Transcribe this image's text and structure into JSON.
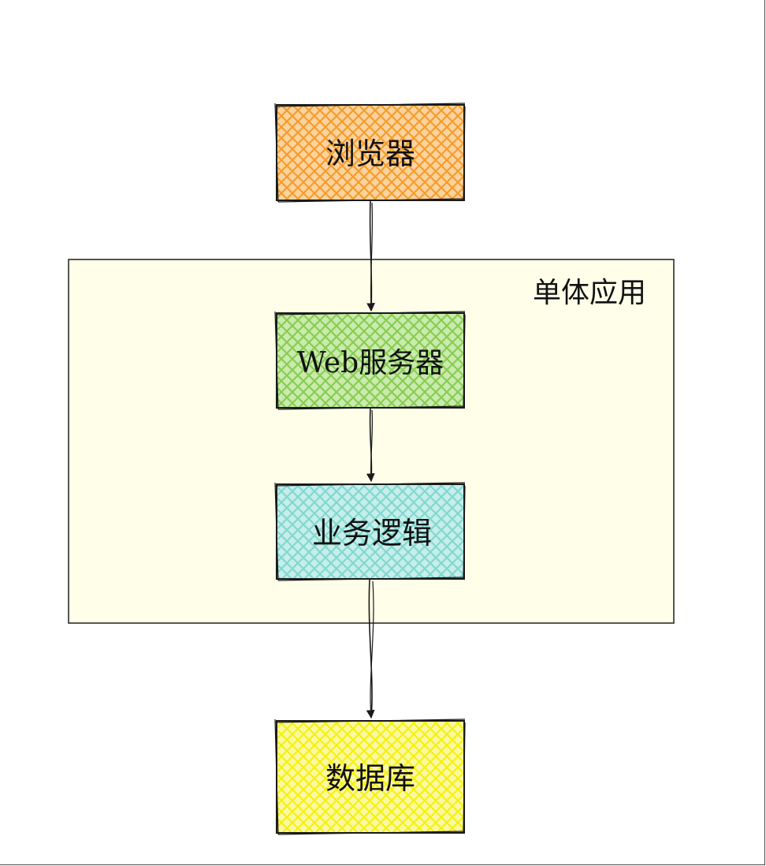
{
  "diagram": {
    "container": {
      "label": "单体应用",
      "fill": "#fefee9",
      "stroke": "#1f1f1f"
    },
    "nodes": [
      {
        "id": "browser",
        "label": "浏览器",
        "fill": "#f59d2a",
        "hatch": "#fbd3a0"
      },
      {
        "id": "web-server",
        "label": "Web服务器",
        "fill": "#8acc52",
        "hatch": "#c9ebae"
      },
      {
        "id": "business-logic",
        "label": "业务逻辑",
        "fill": "#82d8d0",
        "hatch": "#c6eeea"
      },
      {
        "id": "database",
        "label": "数据库",
        "fill": "#f5f10f",
        "hatch": "#fbf8a4"
      }
    ],
    "edges": [
      {
        "from": "browser",
        "to": "web-server"
      },
      {
        "from": "web-server",
        "to": "business-logic"
      },
      {
        "from": "business-logic",
        "to": "database"
      }
    ],
    "colors": {
      "stroke": "#1a1a1a",
      "text": "#111111"
    }
  }
}
